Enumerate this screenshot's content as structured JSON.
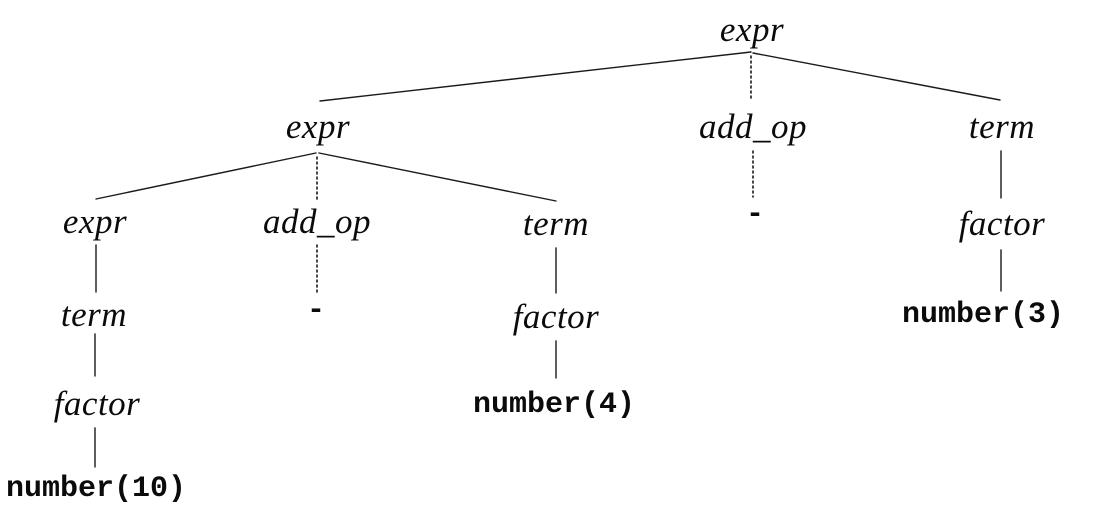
{
  "diagram": {
    "kind": "parse-tree",
    "colors": {
      "background": "#ffffff",
      "text": "#0b0b0b",
      "line": "#1a1a1a"
    }
  },
  "tree": {
    "root": {
      "label": "expr",
      "kind": "nonterminal",
      "children": [
        {
          "label": "expr",
          "kind": "nonterminal",
          "children": [
            {
              "label": "expr",
              "kind": "nonterminal",
              "children": [
                {
                  "label": "term",
                  "kind": "nonterminal",
                  "children": [
                    {
                      "label": "factor",
                      "kind": "nonterminal",
                      "children": [
                        {
                          "label": "number(10)",
                          "kind": "terminal"
                        }
                      ]
                    }
                  ]
                }
              ]
            },
            {
              "label": "add_op",
              "kind": "nonterminal",
              "children": [
                {
                  "label": "-",
                  "kind": "terminal"
                }
              ]
            },
            {
              "label": "term",
              "kind": "nonterminal",
              "children": [
                {
                  "label": "factor",
                  "kind": "nonterminal",
                  "children": [
                    {
                      "label": "number(4)",
                      "kind": "terminal"
                    }
                  ]
                }
              ]
            }
          ]
        },
        {
          "label": "add_op",
          "kind": "nonterminal",
          "children": [
            {
              "label": "-",
              "kind": "terminal"
            }
          ]
        },
        {
          "label": "term",
          "kind": "nonterminal",
          "children": [
            {
              "label": "factor",
              "kind": "nonterminal",
              "children": [
                {
                  "label": "number(3)",
                  "kind": "terminal"
                }
              ]
            }
          ]
        }
      ]
    }
  }
}
